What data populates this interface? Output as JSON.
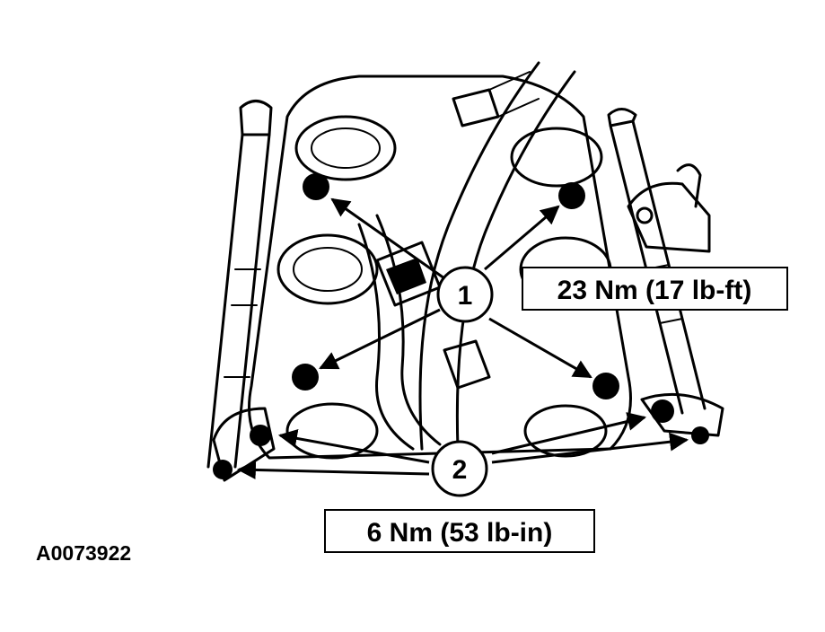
{
  "figure_id": "A0073922",
  "callouts": [
    {
      "number": "1",
      "torque": "23 Nm (17 lb-ft)"
    },
    {
      "number": "2",
      "torque": "6 Nm (53 lb-in)"
    }
  ],
  "colors": {
    "ink": "#000000",
    "background": "#ffffff"
  }
}
